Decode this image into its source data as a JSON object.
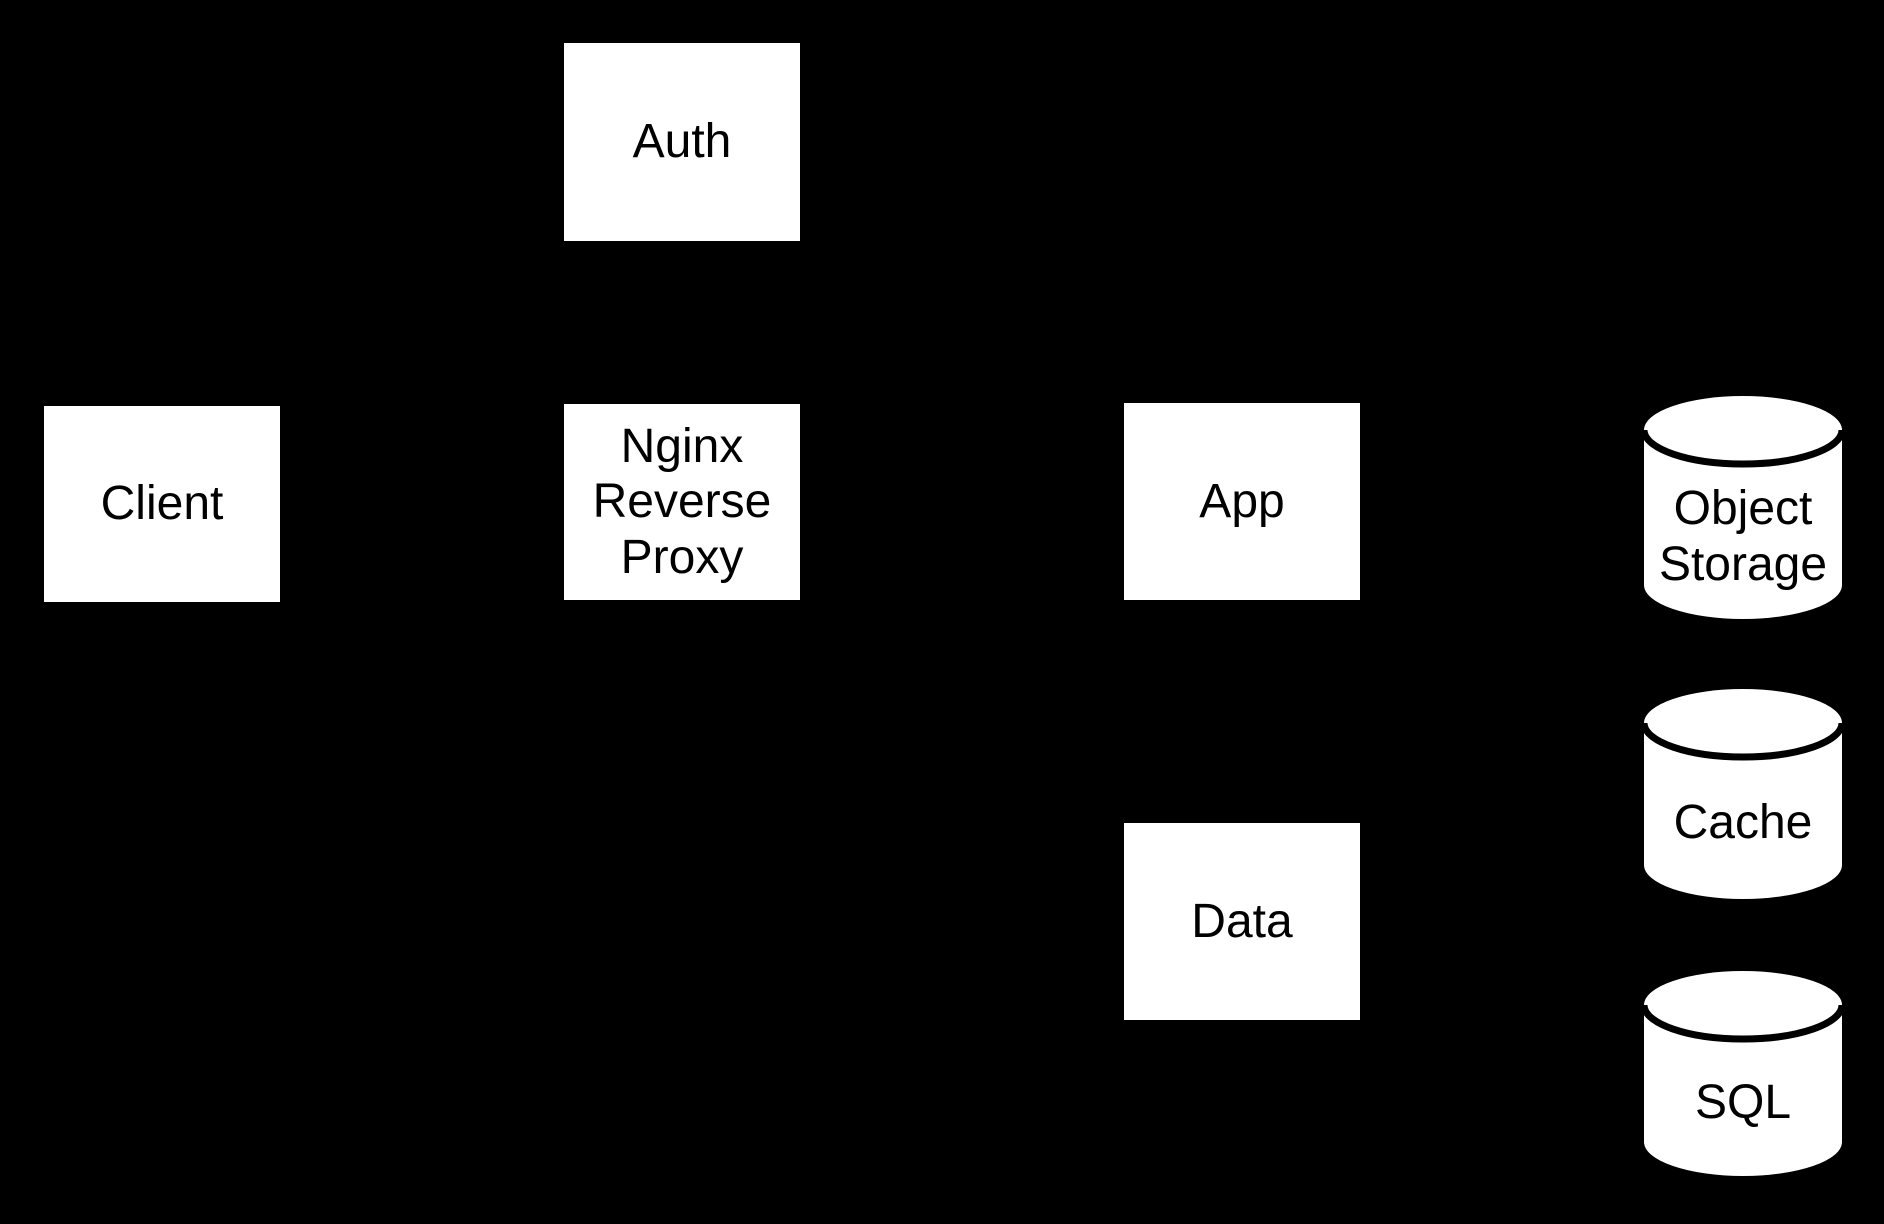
{
  "diagram": {
    "type": "architecture-flowchart",
    "colors": {
      "background": "#000000",
      "node_fill": "#ffffff",
      "node_stroke": "#000000",
      "text": "#000000"
    },
    "icons": {
      "database": "cylinder"
    },
    "nodes": {
      "client": {
        "label": "Client",
        "shape": "rectangle"
      },
      "auth": {
        "label": "Auth",
        "shape": "rectangle"
      },
      "nginx": {
        "label": "Nginx\nReverse\nProxy",
        "shape": "rectangle"
      },
      "app": {
        "label": "App",
        "shape": "rectangle"
      },
      "data": {
        "label": "Data",
        "shape": "rectangle"
      },
      "object_storage": {
        "label": "Object\nStorage",
        "shape": "cylinder"
      },
      "cache": {
        "label": "Cache",
        "shape": "cylinder"
      },
      "sql": {
        "label": "SQL",
        "shape": "cylinder"
      }
    }
  }
}
